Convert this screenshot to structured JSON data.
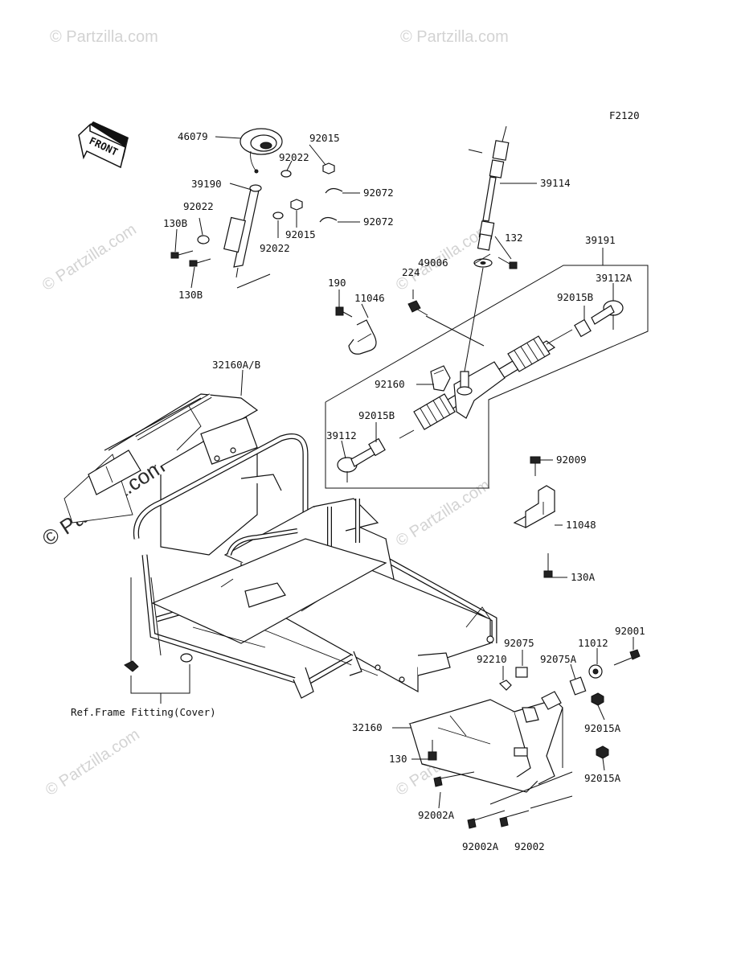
{
  "figure_code": "F2120",
  "front_label": "FRONT",
  "ref_note": "Ref.Frame Fitting(Cover)",
  "watermark_text": "© Partzilla.com",
  "labels": {
    "p46079": "46079",
    "p92015_top": "92015",
    "p92022_a": "92022",
    "p39190": "39190",
    "p92072_a": "92072",
    "p92022_b": "92022",
    "p130B_a": "130B",
    "p92015_mid": "92015",
    "p92072_b": "92072",
    "p92022_c": "92022",
    "p130B_b": "130B",
    "p39114": "39114",
    "p132": "132",
    "p39191": "39191",
    "p49006": "49006",
    "p224": "224",
    "p190": "190",
    "p11046": "11046",
    "p39112A": "39112A",
    "p92015B_a": "92015B",
    "p32160AB": "32160A/B",
    "p92160": "92160",
    "p92015B_b": "92015B",
    "p39112": "39112",
    "p92009": "92009",
    "p11048": "11048",
    "p130A": "130A",
    "p92001": "92001",
    "p92075": "92075",
    "p11012": "11012",
    "p92210": "92210",
    "p92075A": "92075A",
    "p32160": "32160",
    "p92015A_a": "92015A",
    "p130": "130",
    "p92015A_b": "92015A",
    "p92002A_a": "92002A",
    "p92002A_b": "92002A",
    "p92002": "92002"
  }
}
